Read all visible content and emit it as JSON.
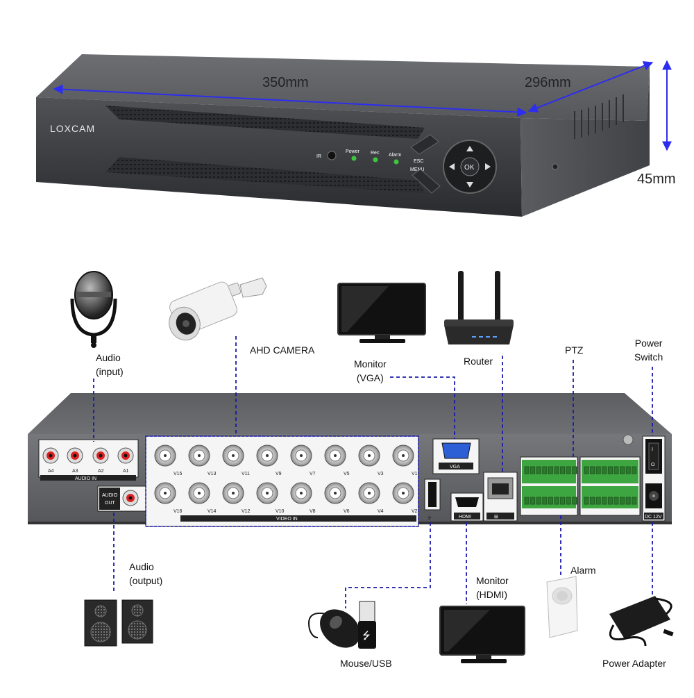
{
  "dimensions": {
    "width": "350mm",
    "depth": "296mm",
    "height": "45mm"
  },
  "front_panel": {
    "brand": "LOXCAM",
    "ir": "IR",
    "power": "Power",
    "rec": "Rec",
    "alarm": "Alarm",
    "esc": "ESC",
    "menu": "MENU",
    "ok": "OK"
  },
  "back_panel": {
    "audio_in_channels": [
      "A4",
      "A3",
      "A2",
      "A1"
    ],
    "audio_in_label": "AUDIO  IN",
    "audio_out_label": "AUDIO\nOUT",
    "video_top": [
      "V15",
      "V13",
      "V11",
      "V9",
      "V7",
      "V5",
      "V3",
      "V1"
    ],
    "video_bottom": [
      "V16",
      "V14",
      "V12",
      "V10",
      "V8",
      "V6",
      "V4",
      "V2"
    ],
    "video_in_label": "VIDEO  IN",
    "vga_label": "VGA",
    "hdmi_label": "HDMI",
    "dc_label": "DC 12V"
  },
  "devices": {
    "audio_input": "Audio\n(input)",
    "ahd_camera": "AHD CAMERA",
    "monitor_vga": "Monitor\n(VGA)",
    "router": "Router",
    "ptz": "PTZ",
    "power_switch": "Power\nSwitch",
    "audio_output": "Audio\n(output)",
    "mouse_usb": "Mouse/USB",
    "monitor_hdmi": "Monitor\n(HDMI)",
    "alarm": "Alarm",
    "power_adapter": "Power Adapter"
  },
  "colors": {
    "dimension_arrow": "#2d2df0",
    "connector_line": "#1a1aa8",
    "chassis": "#4a4c50",
    "led_green": "#3fc63f"
  }
}
